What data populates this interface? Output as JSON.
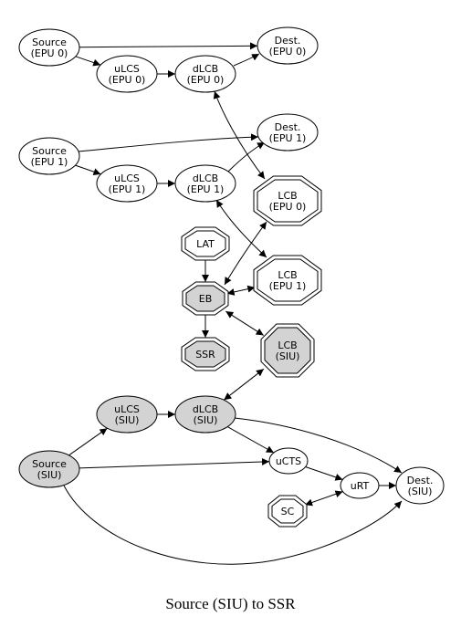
{
  "caption": "Source (SIU) to SSR",
  "colors": {
    "white_fill": "#ffffff",
    "gray_fill": "#d3d3d3",
    "stroke": "#000000"
  },
  "nodes": {
    "source_epu0": {
      "lines": [
        "Source",
        "(EPU 0)"
      ],
      "shape": "ellipse",
      "fill": "white"
    },
    "dest_epu0": {
      "lines": [
        "Dest.",
        "(EPU 0)"
      ],
      "shape": "ellipse",
      "fill": "white"
    },
    "ulcs_epu0": {
      "lines": [
        "uLCS",
        "(EPU 0)"
      ],
      "shape": "ellipse",
      "fill": "white"
    },
    "dlcb_epu0": {
      "lines": [
        "dLCB",
        "(EPU 0)"
      ],
      "shape": "ellipse",
      "fill": "white"
    },
    "source_epu1": {
      "lines": [
        "Source",
        "(EPU 1)"
      ],
      "shape": "ellipse",
      "fill": "white"
    },
    "dest_epu1": {
      "lines": [
        "Dest.",
        "(EPU 1)"
      ],
      "shape": "ellipse",
      "fill": "white"
    },
    "ulcs_epu1": {
      "lines": [
        "uLCS",
        "(EPU 1)"
      ],
      "shape": "ellipse",
      "fill": "white"
    },
    "dlcb_epu1": {
      "lines": [
        "dLCB",
        "(EPU 1)"
      ],
      "shape": "ellipse",
      "fill": "white"
    },
    "lcb_epu0": {
      "lines": [
        "LCB",
        "(EPU 0)"
      ],
      "shape": "double-octagon",
      "fill": "white"
    },
    "lcb_epu1": {
      "lines": [
        "LCB",
        "(EPU 1)"
      ],
      "shape": "double-octagon",
      "fill": "white"
    },
    "lat": {
      "lines": [
        "LAT"
      ],
      "shape": "double-octagon",
      "fill": "white"
    },
    "eb": {
      "lines": [
        "EB"
      ],
      "shape": "double-octagon",
      "fill": "gray"
    },
    "ssr": {
      "lines": [
        "SSR"
      ],
      "shape": "double-octagon",
      "fill": "gray"
    },
    "lcb_siu": {
      "lines": [
        "LCB",
        "(SIU)"
      ],
      "shape": "double-octagon",
      "fill": "gray"
    },
    "ulcs_siu": {
      "lines": [
        "uLCS",
        "(SIU)"
      ],
      "shape": "ellipse",
      "fill": "gray"
    },
    "dlcb_siu": {
      "lines": [
        "dLCB",
        "(SIU)"
      ],
      "shape": "ellipse",
      "fill": "gray"
    },
    "source_siu": {
      "lines": [
        "Source",
        "(SIU)"
      ],
      "shape": "ellipse",
      "fill": "gray"
    },
    "ucts": {
      "lines": [
        "uCTS"
      ],
      "shape": "ellipse",
      "fill": "white"
    },
    "urt": {
      "lines": [
        "uRT"
      ],
      "shape": "ellipse",
      "fill": "white"
    },
    "dest_siu": {
      "lines": [
        "Dest.",
        "(SIU)"
      ],
      "shape": "ellipse",
      "fill": "white"
    },
    "sc": {
      "lines": [
        "SC"
      ],
      "shape": "double-octagon",
      "fill": "white"
    }
  },
  "edges": [
    {
      "from": "source_epu0",
      "to": "dest_epu0",
      "dir": "forward"
    },
    {
      "from": "source_epu0",
      "to": "ulcs_epu0",
      "dir": "forward"
    },
    {
      "from": "ulcs_epu0",
      "to": "dlcb_epu0",
      "dir": "forward"
    },
    {
      "from": "dlcb_epu0",
      "to": "dest_epu0",
      "dir": "forward"
    },
    {
      "from": "dlcb_epu0",
      "to": "lcb_epu0",
      "dir": "both"
    },
    {
      "from": "source_epu1",
      "to": "dest_epu1",
      "dir": "forward"
    },
    {
      "from": "source_epu1",
      "to": "ulcs_epu1",
      "dir": "forward"
    },
    {
      "from": "ulcs_epu1",
      "to": "dlcb_epu1",
      "dir": "forward"
    },
    {
      "from": "dlcb_epu1",
      "to": "dest_epu1",
      "dir": "forward"
    },
    {
      "from": "dlcb_epu1",
      "to": "lcb_epu1",
      "dir": "both"
    },
    {
      "from": "lat",
      "to": "eb",
      "dir": "forward"
    },
    {
      "from": "eb",
      "to": "lcb_epu0",
      "dir": "both"
    },
    {
      "from": "eb",
      "to": "lcb_epu1",
      "dir": "both"
    },
    {
      "from": "eb",
      "to": "ssr",
      "dir": "forward"
    },
    {
      "from": "eb",
      "to": "lcb_siu",
      "dir": "both"
    },
    {
      "from": "dlcb_siu",
      "to": "lcb_siu",
      "dir": "both"
    },
    {
      "from": "source_siu",
      "to": "ulcs_siu",
      "dir": "forward"
    },
    {
      "from": "ulcs_siu",
      "to": "dlcb_siu",
      "dir": "forward"
    },
    {
      "from": "dlcb_siu",
      "to": "ucts",
      "dir": "forward"
    },
    {
      "from": "dlcb_siu",
      "to": "dest_siu",
      "dir": "forward"
    },
    {
      "from": "source_siu",
      "to": "ucts",
      "dir": "forward"
    },
    {
      "from": "ucts",
      "to": "urt",
      "dir": "forward"
    },
    {
      "from": "urt",
      "to": "dest_siu",
      "dir": "forward"
    },
    {
      "from": "sc",
      "to": "urt",
      "dir": "both"
    },
    {
      "from": "source_siu",
      "to": "dest_siu",
      "dir": "forward"
    }
  ]
}
